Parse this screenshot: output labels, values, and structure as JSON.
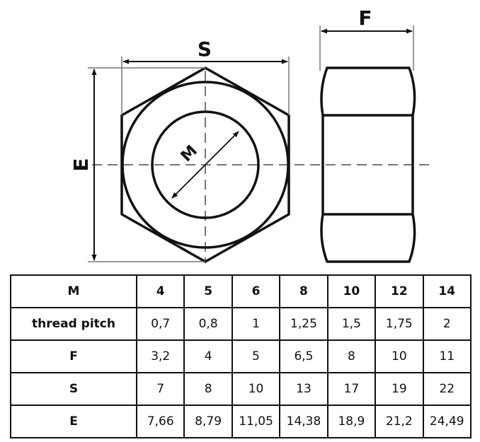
{
  "drawing": {
    "dim_labels": {
      "s": "S",
      "f": "F",
      "e": "E",
      "m": "M"
    }
  },
  "table": {
    "header_label": "M",
    "sizes": [
      "4",
      "5",
      "6",
      "8",
      "10",
      "12",
      "14"
    ],
    "rows": [
      {
        "label": "thread pitch",
        "values": [
          "0,7",
          "0,8",
          "1",
          "1,25",
          "1,5",
          "1,75",
          "2"
        ]
      },
      {
        "label": "F",
        "values": [
          "3,2",
          "4",
          "5",
          "6,5",
          "8",
          "10",
          "11"
        ]
      },
      {
        "label": "S",
        "values": [
          "7",
          "8",
          "10",
          "13",
          "17",
          "19",
          "22"
        ]
      },
      {
        "label": "E",
        "values": [
          "7,66",
          "8,79",
          "11,05",
          "14,38",
          "18,9",
          "21,2",
          "24,49"
        ]
      }
    ]
  }
}
